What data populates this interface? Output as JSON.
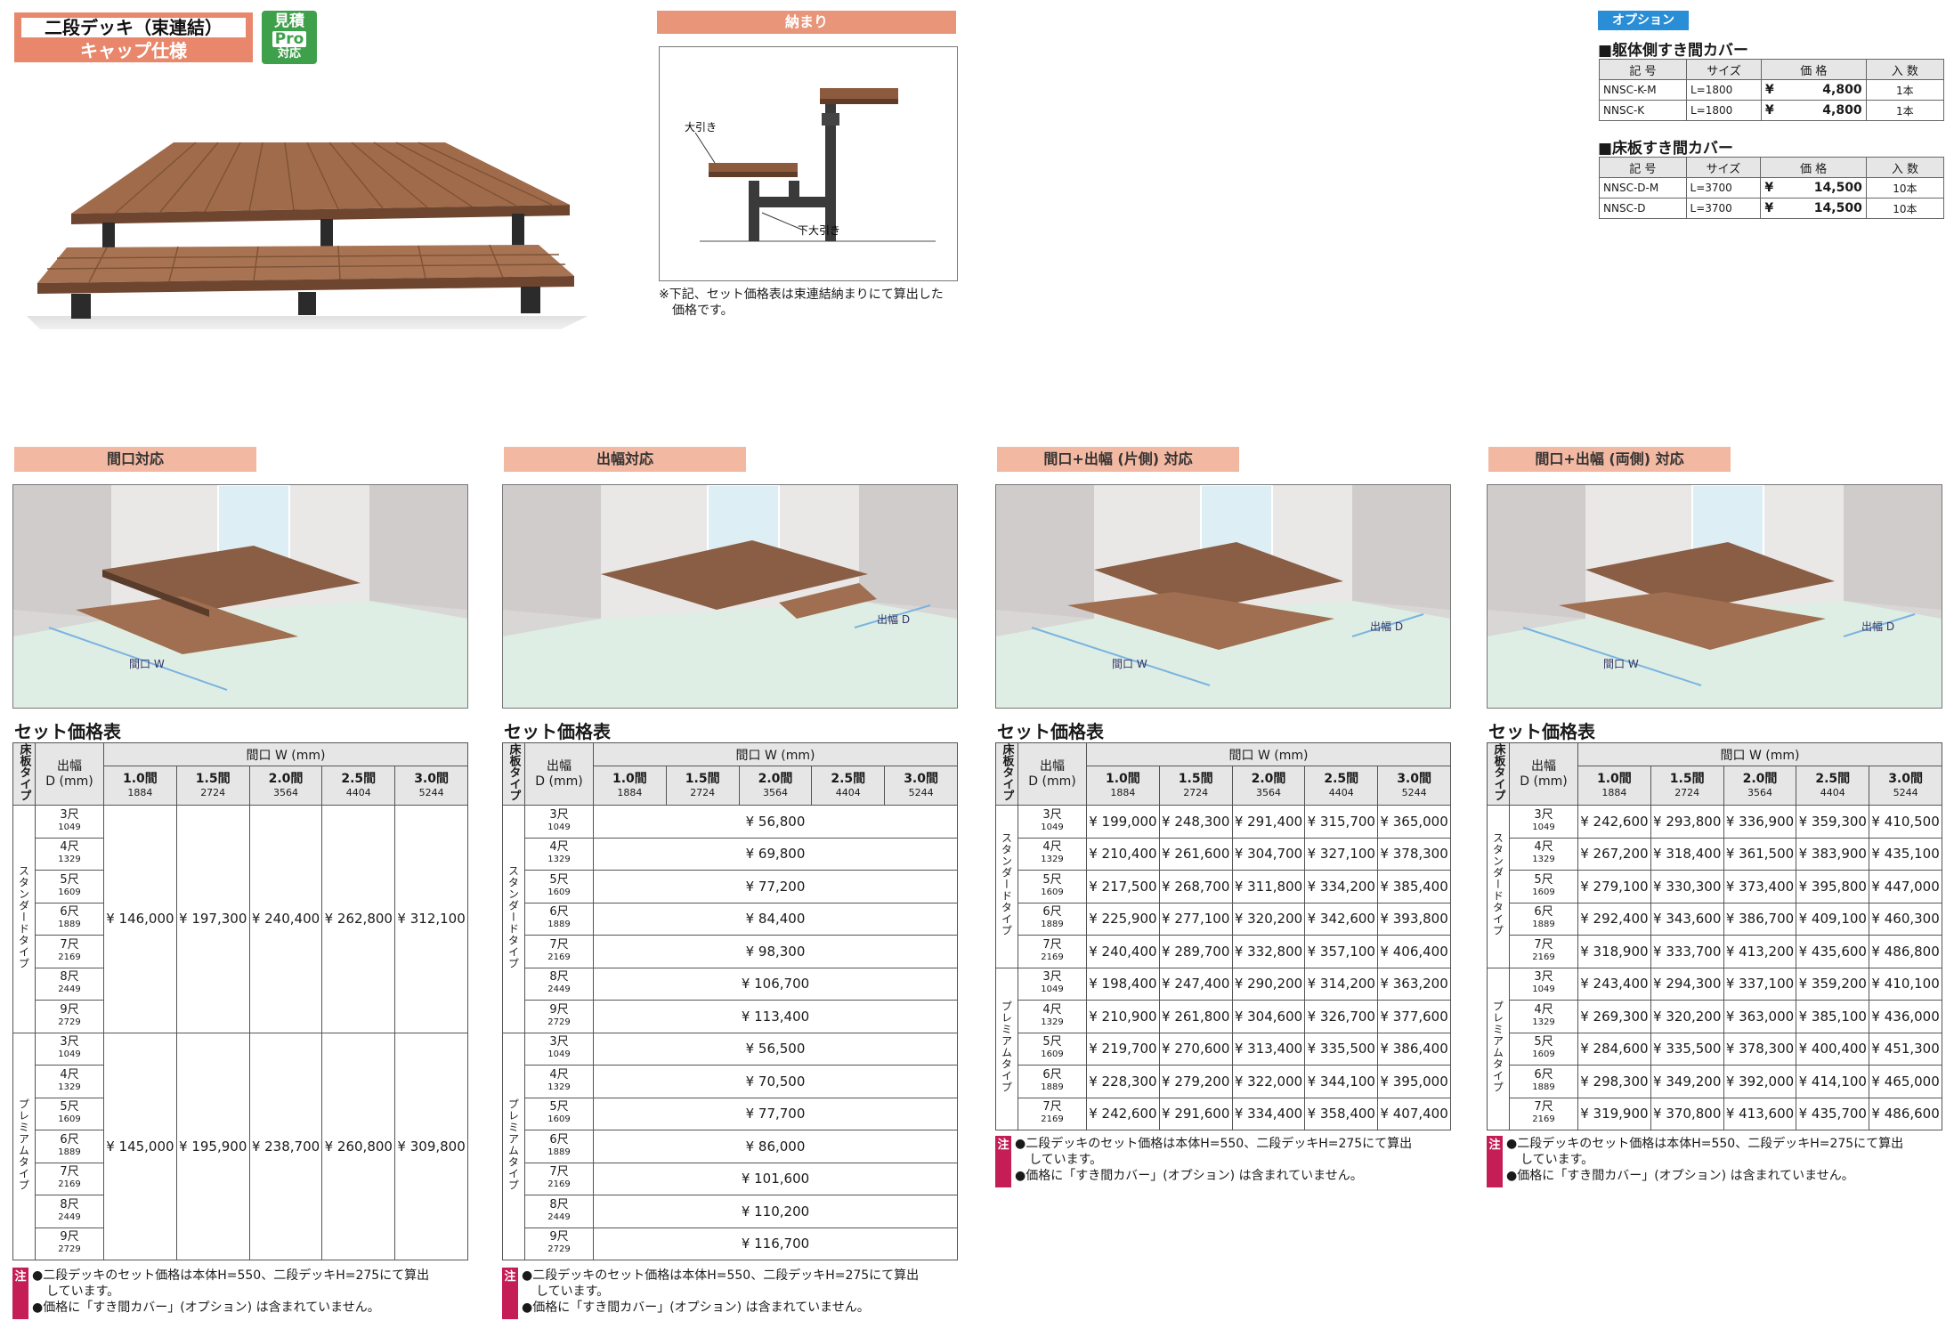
{
  "header": {
    "title_line1": "二段デッキ（束連結）",
    "title_line2": "キャップ仕様",
    "badge_line1": "見積",
    "badge_line2": "Pro",
    "badge_line3": "対応"
  },
  "osamari": {
    "tab": "納まり",
    "label_ohbiki": "大引き",
    "label_geohbiki": "下大引き",
    "note_line1": "※下記、セット価格表は束連結納まりにて算出した",
    "note_line2": "価格です。"
  },
  "options": {
    "badge": "オプション",
    "head_col": [
      "記 号",
      "サイズ",
      "価 格",
      "入 数"
    ],
    "group1_title": "■躯体側すき間カバー",
    "group1": [
      {
        "code": "NNSC-K-M",
        "size": "L=1800",
        "yen": "¥",
        "price": "4,800",
        "qty": "1本"
      },
      {
        "code": "NNSC-K",
        "size": "L=1800",
        "yen": "¥",
        "price": "4,800",
        "qty": "1本"
      }
    ],
    "group2_title": "■床板すき間カバー",
    "group2": [
      {
        "code": "NNSC-D-M",
        "size": "L=3700",
        "yen": "¥",
        "price": "14,500",
        "qty": "10本"
      },
      {
        "code": "NNSC-D",
        "size": "L=3700",
        "yen": "¥",
        "price": "14,500",
        "qty": "10本"
      }
    ]
  },
  "common": {
    "section_title": "セット価格表",
    "h_floor": "床板タイプ",
    "h_depth_1": "出幅",
    "h_depth_2": "D (mm)",
    "h_width": "間口 W (mm)",
    "cols": [
      {
        "m": "1.0間",
        "s": "1884"
      },
      {
        "m": "1.5間",
        "s": "2724"
      },
      {
        "m": "2.0間",
        "s": "3564"
      },
      {
        "m": "2.5間",
        "s": "4404"
      },
      {
        "m": "3.0間",
        "s": "5244"
      }
    ],
    "type_standard": "スタンダードタイプ",
    "type_premium": "プレミアムタイプ",
    "note_mark": "注",
    "note1a": "●二段デッキのセット価格は本体H=550、二段デッキH=275にて算出",
    "note1b": "しています。",
    "note2": "●価格に「すき間カバー」(オプション) は含まれていません。",
    "dim_w": "間口 W",
    "dim_d": "出幅 D"
  },
  "sections": [
    {
      "tab": "間口対応",
      "rows_std": [
        {
          "m": "3尺",
          "s": "1049"
        },
        {
          "m": "4尺",
          "s": "1329"
        },
        {
          "m": "5尺",
          "s": "1609"
        },
        {
          "m": "6尺",
          "s": "1889"
        },
        {
          "m": "7尺",
          "s": "2169"
        },
        {
          "m": "8尺",
          "s": "2449"
        },
        {
          "m": "9尺",
          "s": "2729"
        }
      ],
      "std_values": [
        "¥ 146,000",
        "¥ 197,300",
        "¥ 240,400",
        "¥ 262,800",
        "¥ 312,100"
      ],
      "prem_values": [
        "¥ 145,000",
        "¥ 195,900",
        "¥ 238,700",
        "¥ 260,800",
        "¥ 309,800"
      ]
    },
    {
      "tab": "出幅対応",
      "std_values": [
        "¥ 56,800",
        "¥ 69,800",
        "¥ 77,200",
        "¥ 84,400",
        "¥ 98,300",
        "¥ 106,700",
        "¥ 113,400"
      ],
      "prem_values": [
        "¥ 56,500",
        "¥ 70,500",
        "¥ 77,700",
        "¥ 86,000",
        "¥ 101,600",
        "¥ 110,200",
        "¥ 116,700"
      ]
    },
    {
      "tab": "間口+出幅 (片側) 対応",
      "std": [
        [
          "¥ 199,000",
          "¥ 248,300",
          "¥ 291,400",
          "¥ 315,700",
          "¥ 365,000"
        ],
        [
          "¥ 210,400",
          "¥ 261,600",
          "¥ 304,700",
          "¥ 327,100",
          "¥ 378,300"
        ],
        [
          "¥ 217,500",
          "¥ 268,700",
          "¥ 311,800",
          "¥ 334,200",
          "¥ 385,400"
        ],
        [
          "¥ 225,900",
          "¥ 277,100",
          "¥ 320,200",
          "¥ 342,600",
          "¥ 393,800"
        ],
        [
          "¥ 240,400",
          "¥ 289,700",
          "¥ 332,800",
          "¥ 357,100",
          "¥ 406,400"
        ]
      ],
      "prem": [
        [
          "¥ 198,400",
          "¥ 247,400",
          "¥ 290,200",
          "¥ 314,200",
          "¥ 363,200"
        ],
        [
          "¥ 210,900",
          "¥ 261,800",
          "¥ 304,600",
          "¥ 326,700",
          "¥ 377,600"
        ],
        [
          "¥ 219,700",
          "¥ 270,600",
          "¥ 313,400",
          "¥ 335,500",
          "¥ 386,400"
        ],
        [
          "¥ 228,300",
          "¥ 279,200",
          "¥ 322,000",
          "¥ 344,100",
          "¥ 395,000"
        ],
        [
          "¥ 242,600",
          "¥ 291,600",
          "¥ 334,400",
          "¥ 358,400",
          "¥ 407,400"
        ]
      ]
    },
    {
      "tab": "間口+出幅 (両側) 対応",
      "std": [
        [
          "¥ 242,600",
          "¥ 293,800",
          "¥ 336,900",
          "¥ 359,300",
          "¥ 410,500"
        ],
        [
          "¥ 267,200",
          "¥ 318,400",
          "¥ 361,500",
          "¥ 383,900",
          "¥ 435,100"
        ],
        [
          "¥ 279,100",
          "¥ 330,300",
          "¥ 373,400",
          "¥ 395,800",
          "¥ 447,000"
        ],
        [
          "¥ 292,400",
          "¥ 343,600",
          "¥ 386,700",
          "¥ 409,100",
          "¥ 460,300"
        ],
        [
          "¥ 318,900",
          "¥ 333,700",
          "¥ 413,200",
          "¥ 435,600",
          "¥ 486,800"
        ]
      ],
      "prem": [
        [
          "¥ 243,400",
          "¥ 294,300",
          "¥ 337,100",
          "¥ 359,200",
          "¥ 410,100"
        ],
        [
          "¥ 269,300",
          "¥ 320,200",
          "¥ 363,000",
          "¥ 385,100",
          "¥ 436,000"
        ],
        [
          "¥ 284,600",
          "¥ 335,500",
          "¥ 378,300",
          "¥ 400,400",
          "¥ 451,300"
        ],
        [
          "¥ 298,300",
          "¥ 349,200",
          "¥ 392,000",
          "¥ 414,100",
          "¥ 465,000"
        ],
        [
          "¥ 319,900",
          "¥ 370,800",
          "¥ 413,600",
          "¥ 435,700",
          "¥ 486,600"
        ]
      ]
    }
  ]
}
